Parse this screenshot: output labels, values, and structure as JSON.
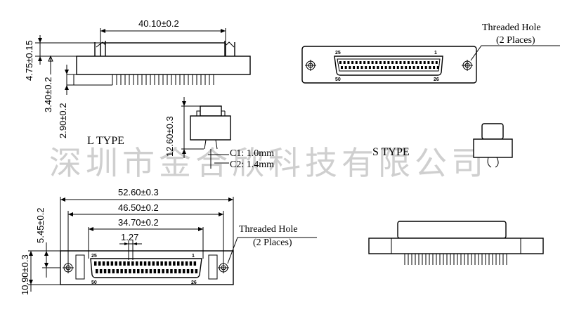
{
  "top_left": {
    "width_dim": "40.10±0.2",
    "dim_a": "4.75±0.15",
    "dim_b": "3.40±0.2",
    "dim_c": "2.90±0.2"
  },
  "top_right": {
    "threaded_hole_title": "Threaded Hole",
    "threaded_hole_places": "(2 Places)",
    "pin_25": "25",
    "pin_1": "1",
    "pin_50": "50",
    "pin_26": "26"
  },
  "side_view": {
    "height_dim": "12.60±0.3",
    "c1": "C1: 1.0mm",
    "c2": "C2: 1.4mm"
  },
  "types": {
    "l_type": "L TYPE",
    "s_type": "S TYPE"
  },
  "watermark": "深圳市金合欣科技有限公司",
  "bottom_left": {
    "overall_dim": "52.60±0.3",
    "mid_dim": "46.50±0.2",
    "inner_dim": "34.70±0.2",
    "pitch_dim": "1.27",
    "height_a": "5.45±0.2",
    "height_b": "10.90±0.3",
    "threaded_hole_title": "Threaded Hole",
    "threaded_hole_places": "(2 Places)",
    "pin_25": "25",
    "pin_1": "1",
    "pin_50": "50",
    "pin_26": "26"
  },
  "colors": {
    "line": "#000000",
    "watermark": "#cfcfcf",
    "background": "#ffffff"
  }
}
